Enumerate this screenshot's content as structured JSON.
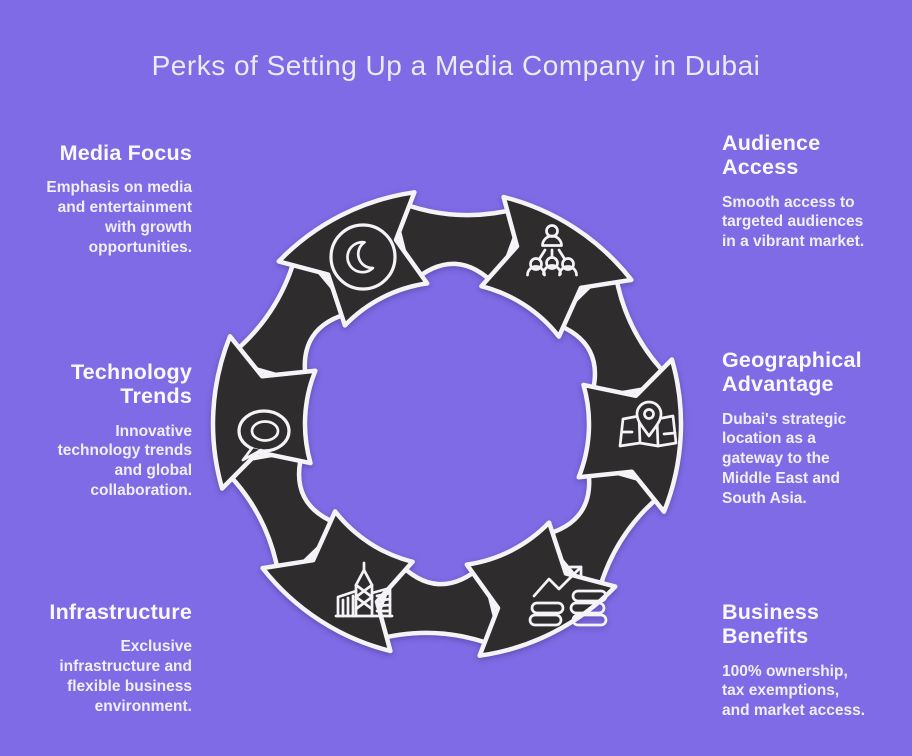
{
  "title": "Perks of Setting Up a Media Company in Dubai",
  "colors": {
    "background": "#7E6BE5",
    "segment": "#2E2C2C",
    "outline": "#F6F3F8",
    "title_text": "#EDE9F5",
    "body_text": "#F2EEF8"
  },
  "items": [
    {
      "id": "media-focus",
      "heading": "Media Focus",
      "description": "Emphasis on media\nand entertainment\nwith growth\nopportunities.",
      "icon": "moon-icon",
      "position": "top-left"
    },
    {
      "id": "audience-access",
      "heading": "Audience\nAccess",
      "description": "Smooth access to\ntargeted audiences\nin a vibrant market.",
      "icon": "audience-icon",
      "position": "top-right"
    },
    {
      "id": "technology-trends",
      "heading": "Technology\nTrends",
      "description": "Innovative\ntechnology trends\nand global\ncollaboration.",
      "icon": "speech-bubble-icon",
      "position": "middle-left"
    },
    {
      "id": "geographical-advantage",
      "heading": "Geographical\nAdvantage",
      "description": "Dubai's strategic\nlocation as a\ngateway to the\nMiddle East and\nSouth Asia.",
      "icon": "map-pin-icon",
      "position": "middle-right"
    },
    {
      "id": "infrastructure",
      "heading": "Infrastructure",
      "description": "Exclusive\ninfrastructure and\nflexible business\nenvironment.",
      "icon": "city-buildings-icon",
      "position": "bottom-left"
    },
    {
      "id": "business-benefits",
      "heading": "Business\nBenefits",
      "description": "100% ownership,\ntax exemptions,\nand market access.",
      "icon": "growth-chart-coins-icon",
      "position": "bottom-right"
    }
  ]
}
